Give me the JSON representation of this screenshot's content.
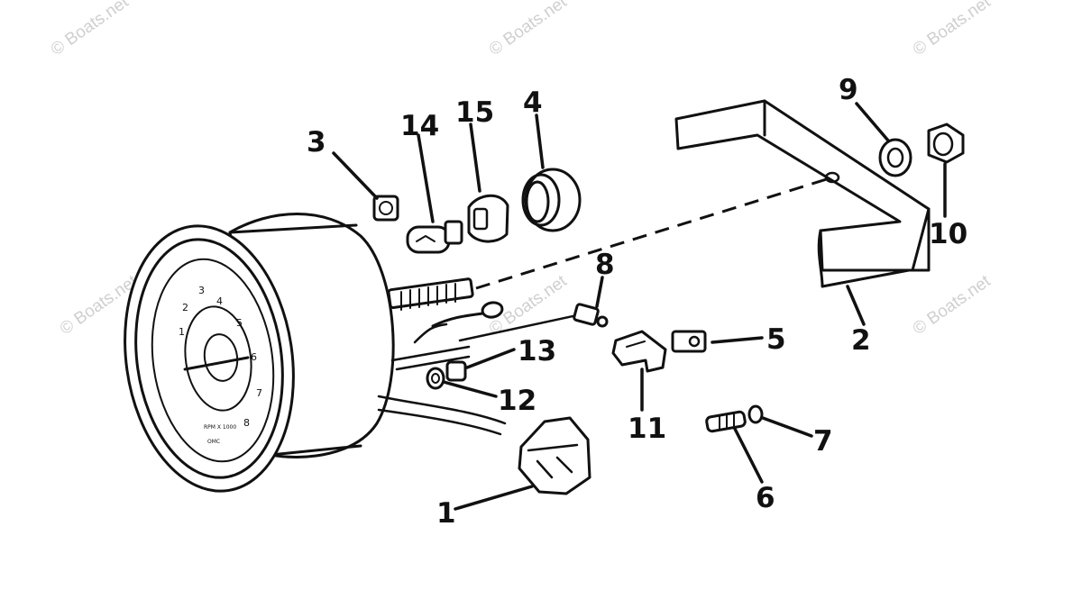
{
  "watermark": "© Boats.net",
  "callouts": {
    "c1": "1",
    "c2": "2",
    "c3": "3",
    "c4": "4",
    "c5": "5",
    "c6": "6",
    "c7": "7",
    "c8": "8",
    "c9": "9",
    "c10": "10",
    "c11": "11",
    "c12": "12",
    "c13": "13",
    "c14": "14",
    "c15": "15"
  },
  "dial": {
    "n1": "1",
    "n2": "2",
    "n3": "3",
    "n4": "4",
    "n5": "5",
    "n6": "6",
    "n7": "7",
    "n8": "8",
    "units": "RPM X 1000",
    "brand": "OMC"
  }
}
